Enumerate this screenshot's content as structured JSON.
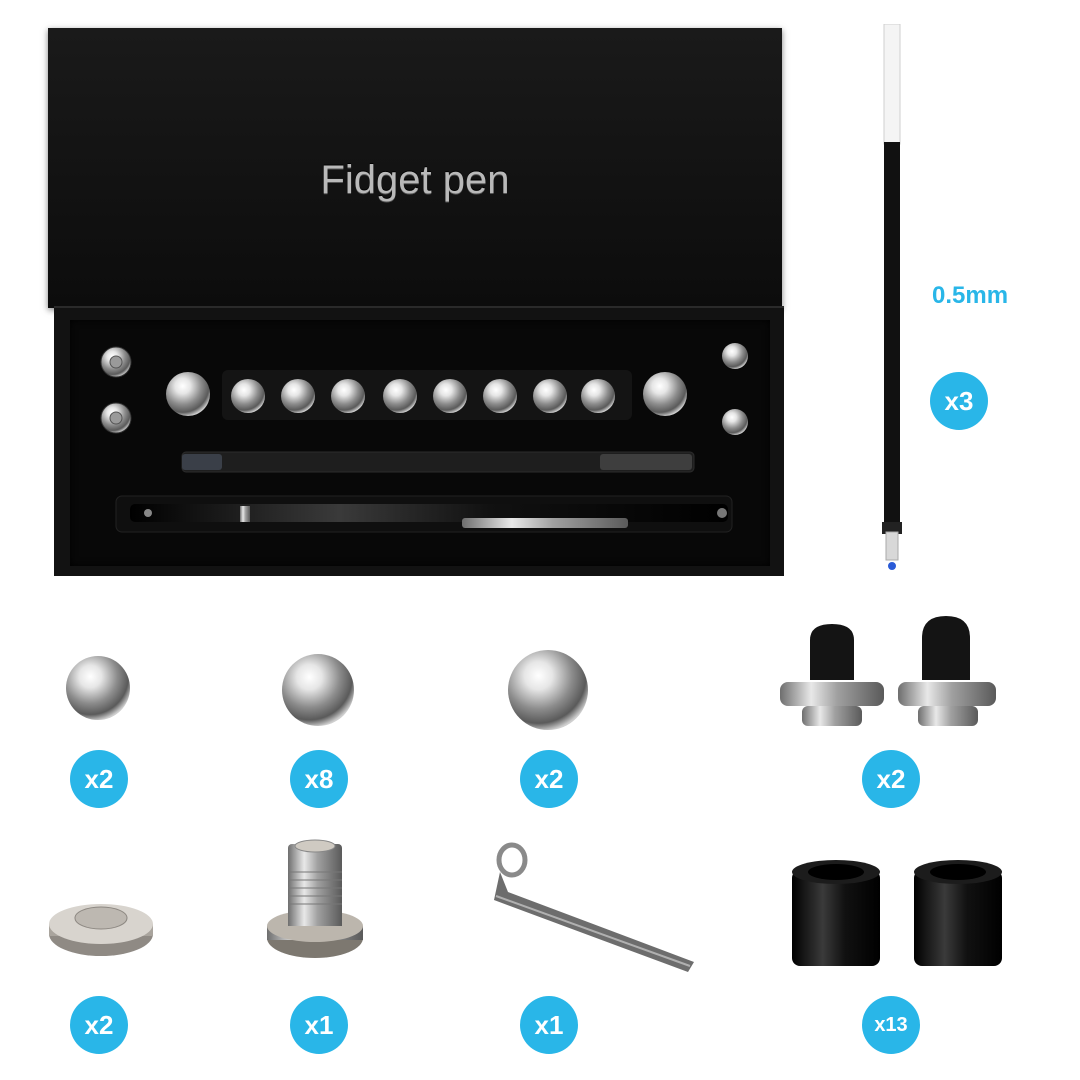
{
  "box": {
    "title": "Fidget pen"
  },
  "refill": {
    "size_label": "0.5mm",
    "count": "x3"
  },
  "parts": [
    {
      "id": "small-ball",
      "count": "x2"
    },
    {
      "id": "medium-ball",
      "count": "x8"
    },
    {
      "id": "large-ball",
      "count": "x2"
    },
    {
      "id": "silicone-tip",
      "count": "x2"
    },
    {
      "id": "magnet-cap",
      "count": "x2"
    },
    {
      "id": "threaded-connector",
      "count": "x1"
    },
    {
      "id": "pen-clip",
      "count": "x1"
    },
    {
      "id": "black-ring",
      "count": "x13"
    }
  ],
  "colors": {
    "badge": "#29b6e8",
    "box": "#111111",
    "metal": "#b0b0b0"
  }
}
